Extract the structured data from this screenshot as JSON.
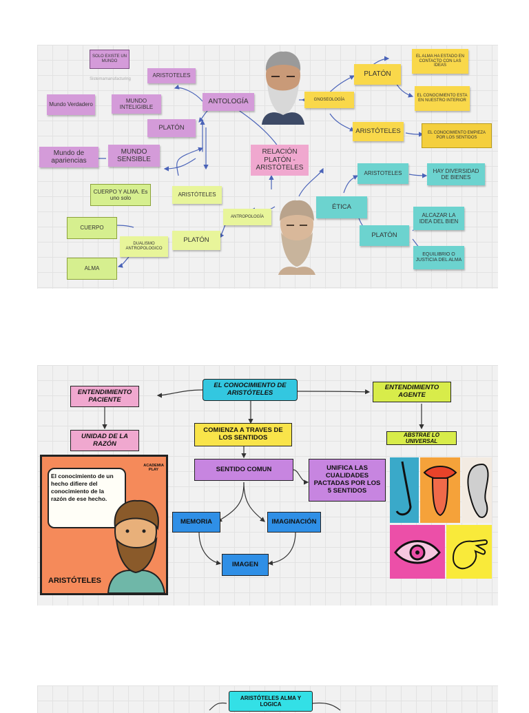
{
  "panel1": {
    "center": "RELACIÓN PLATÓN - ARISTÓTELES",
    "small_watermark": "Sistemamanufacturing",
    "antologia": "ANTOLOGÍA",
    "aristoteles_a": "ARISTOTELES",
    "solo_existe": "SOLO EXISTE UN MUNDO",
    "mundo_inteligible": "MUNDO INTELIGIBLE",
    "mundo_verdadero": "Mundo Verdadero",
    "platon_a": "PLATÓN",
    "mundo_sensible": "MUNDO SENSIBLE",
    "mundo_apariencias": "Mundo de apariencias",
    "gnoseologia": "GNOSEOLOGÍA",
    "platon_g": "PLATÓN",
    "alma_contacto": "EL ALMA HA ESTADO EN CONTACTO CON LAS IDEAS",
    "conocimiento_interior": "EL CONOCIMIENTO ESTA EN NUESTRO INTERIOR",
    "aristoteles_g": "ARISTÓTELES",
    "conocimiento_sentidos": "EL CONOCIMIENTO EMPIEZA POR LOS SENTIDOS",
    "antropologia": "ANTROPOLOGÍA",
    "aristoteles_an": "ARISTÓTELES",
    "cuerpo_alma": "CUERPO Y ALMA. Es uno solo",
    "platon_an": "PLATÓN",
    "dualismo": "DUALISMO ANTROPOLOGICO",
    "cuerpo": "CUERPO",
    "alma": "ALMA",
    "etica": "ÉTICA",
    "aristoteles_e": "ARISTOTELES",
    "diversidad": "HAY DIVERSIDAD DE BIENES",
    "platon_e": "PLATÓN",
    "alcanzar": "ALCAZAR LA IDEA DEL BIEN",
    "equilibrio": "EQUILIBRIO O JUSTICIA DEL ALMA"
  },
  "panel2": {
    "title": "EL CONOCIMIENTO DE ARISTÓTELES",
    "ent_paciente": "ENTENDIMIENTO PACIENTE",
    "unidad_razon": "UNIDAD DE LA RAZÓN",
    "ent_agente": "ENTENDIMIENTO AGENTE",
    "abstrae": "ABSTRAE LO UNIVERSAL",
    "comienza": "COMIENZA A TRAVES DE LOS SENTIDOS",
    "sentido_comun": "SENTIDO COMUN",
    "unifica": "UNIFICA LAS CUALIDADES PACTADAS POR LOS 5 SENTIDOS",
    "memoria": "MEMORIA",
    "imaginacion": "IMAGINACIÓN",
    "imagen": "IMAGEN",
    "comic_quote": "El conocimiento de un hecho difiere del conocimiento de la razón de ese hecho.",
    "comic_name": "ARISTÓTELES",
    "comic_brand": "ACADEMIA PLAY"
  },
  "panel3": {
    "title": "ARISTÓTELES ALMA Y LOGICA"
  },
  "colors": {
    "purple": "#d49bd9",
    "yellow": "#f9d84a",
    "pink": "#f0a8cf",
    "teal": "#6cd3cf",
    "green": "#d6ef8f",
    "cyan": "#33c7e0",
    "blue": "#2f8fe6",
    "violet": "#c785e0",
    "orange": "#f58a5a"
  }
}
